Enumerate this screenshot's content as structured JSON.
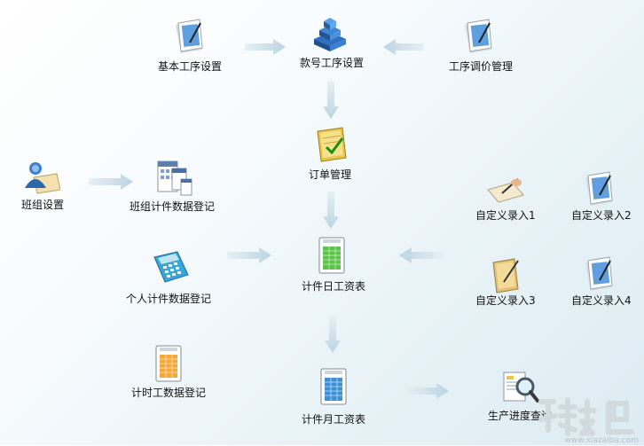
{
  "nodes": {
    "basic_process": "基本工序设置",
    "style_process": "款号工序设置",
    "process_price": "工序调价管理",
    "order_mgmt": "订单管理",
    "team_setup": "班组设置",
    "team_piece": "班组计件数据登记",
    "custom1": "自定义录入1",
    "custom2": "自定义录入2",
    "personal_piece": "个人计件数据登记",
    "piece_daily": "计件日工资表",
    "custom3": "自定义录入3",
    "custom4": "自定义录入4",
    "time_record": "计时工数据登记",
    "piece_monthly": "计件月工资表",
    "progress_query": "生产进度查询"
  },
  "watermark": {
    "url": "www.xiazaiba.com"
  }
}
